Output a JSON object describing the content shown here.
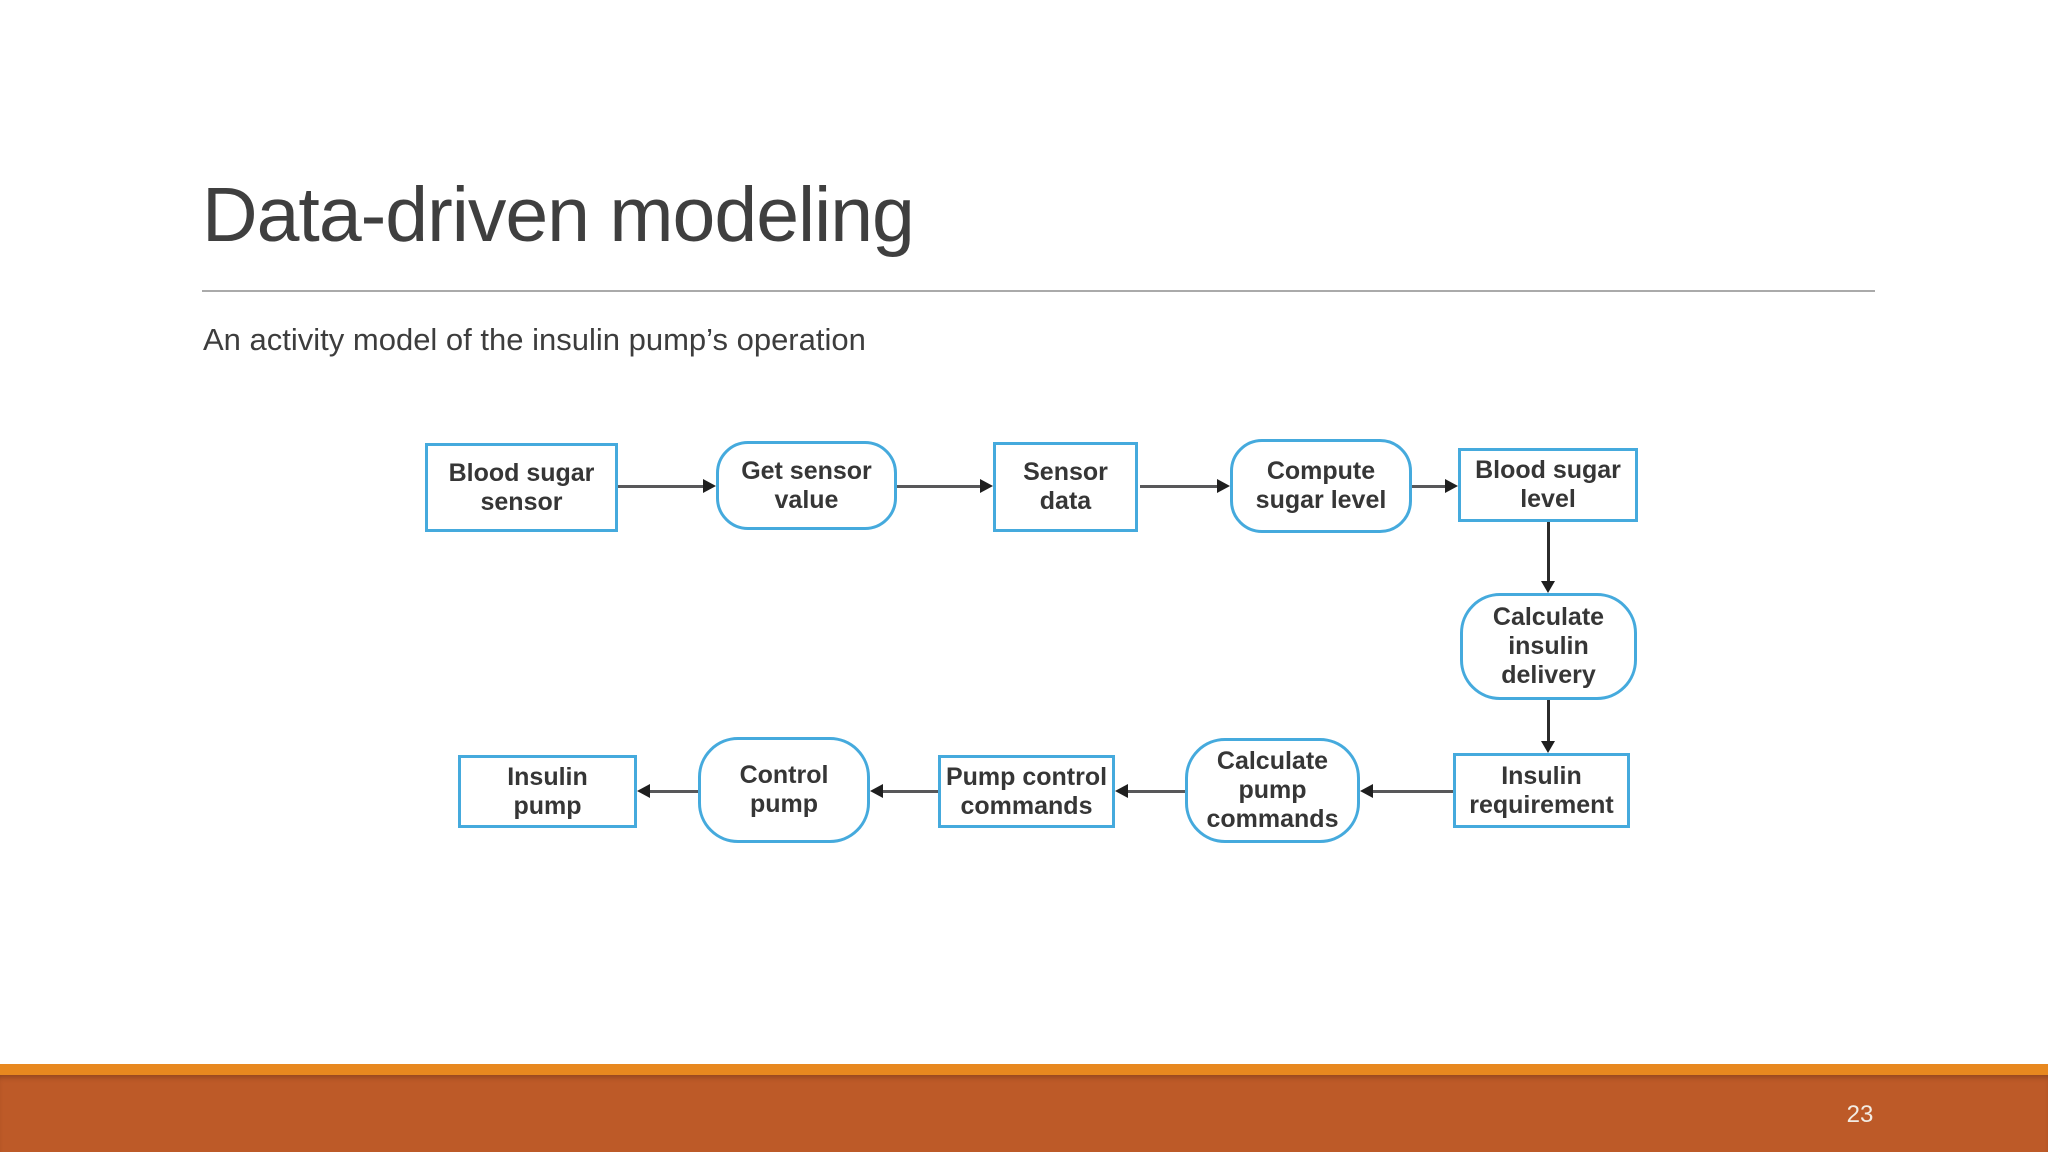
{
  "slide": {
    "title": "Data-driven modeling",
    "subtitle": "An activity model of the insulin pump’s operation",
    "page_number": "23"
  },
  "theme": {
    "accent_strip_color": "#e8881f",
    "footer_bar_color": "#bd5a28",
    "title_color": "#3f3f3f",
    "rule_color": "#aaaaaa",
    "node_border_color": "#45aadd",
    "node_text_color": "#363636",
    "arrow_color": "#58585a"
  },
  "diagram": {
    "description": "Activity model of the insulin pump's operation",
    "nodes": [
      {
        "id": "blood-sugar-sensor",
        "shape": "rect",
        "label": "Blood sugar\nsensor"
      },
      {
        "id": "get-sensor-value",
        "shape": "rounded",
        "label": "Get sensor\nvalue"
      },
      {
        "id": "sensor-data",
        "shape": "rect",
        "label": "Sensor\ndata"
      },
      {
        "id": "compute-sugar-level",
        "shape": "rounded",
        "label": "Compute\nsugar level"
      },
      {
        "id": "blood-sugar-level",
        "shape": "rect",
        "label": "Blood sugar\nlevel"
      },
      {
        "id": "calculate-insulin-delivery",
        "shape": "rounded",
        "label": "Calculate\ninsulin\ndelivery"
      },
      {
        "id": "insulin-requirement",
        "shape": "rect",
        "label": "Insulin\nrequirement"
      },
      {
        "id": "calculate-pump-commands",
        "shape": "rounded",
        "label": "Calculate\npump\ncommands"
      },
      {
        "id": "pump-control-commands",
        "shape": "rect",
        "label": "Pump control\ncommands"
      },
      {
        "id": "control-pump",
        "shape": "rounded",
        "label": "Control\npump"
      },
      {
        "id": "insulin-pump",
        "shape": "rect",
        "label": "Insulin\npump"
      }
    ],
    "edges": [
      {
        "from": "blood-sugar-sensor",
        "to": "get-sensor-value"
      },
      {
        "from": "get-sensor-value",
        "to": "sensor-data"
      },
      {
        "from": "sensor-data",
        "to": "compute-sugar-level"
      },
      {
        "from": "compute-sugar-level",
        "to": "blood-sugar-level"
      },
      {
        "from": "blood-sugar-level",
        "to": "calculate-insulin-delivery"
      },
      {
        "from": "calculate-insulin-delivery",
        "to": "insulin-requirement"
      },
      {
        "from": "insulin-requirement",
        "to": "calculate-pump-commands"
      },
      {
        "from": "calculate-pump-commands",
        "to": "pump-control-commands"
      },
      {
        "from": "pump-control-commands",
        "to": "control-pump"
      },
      {
        "from": "control-pump",
        "to": "insulin-pump"
      }
    ]
  }
}
